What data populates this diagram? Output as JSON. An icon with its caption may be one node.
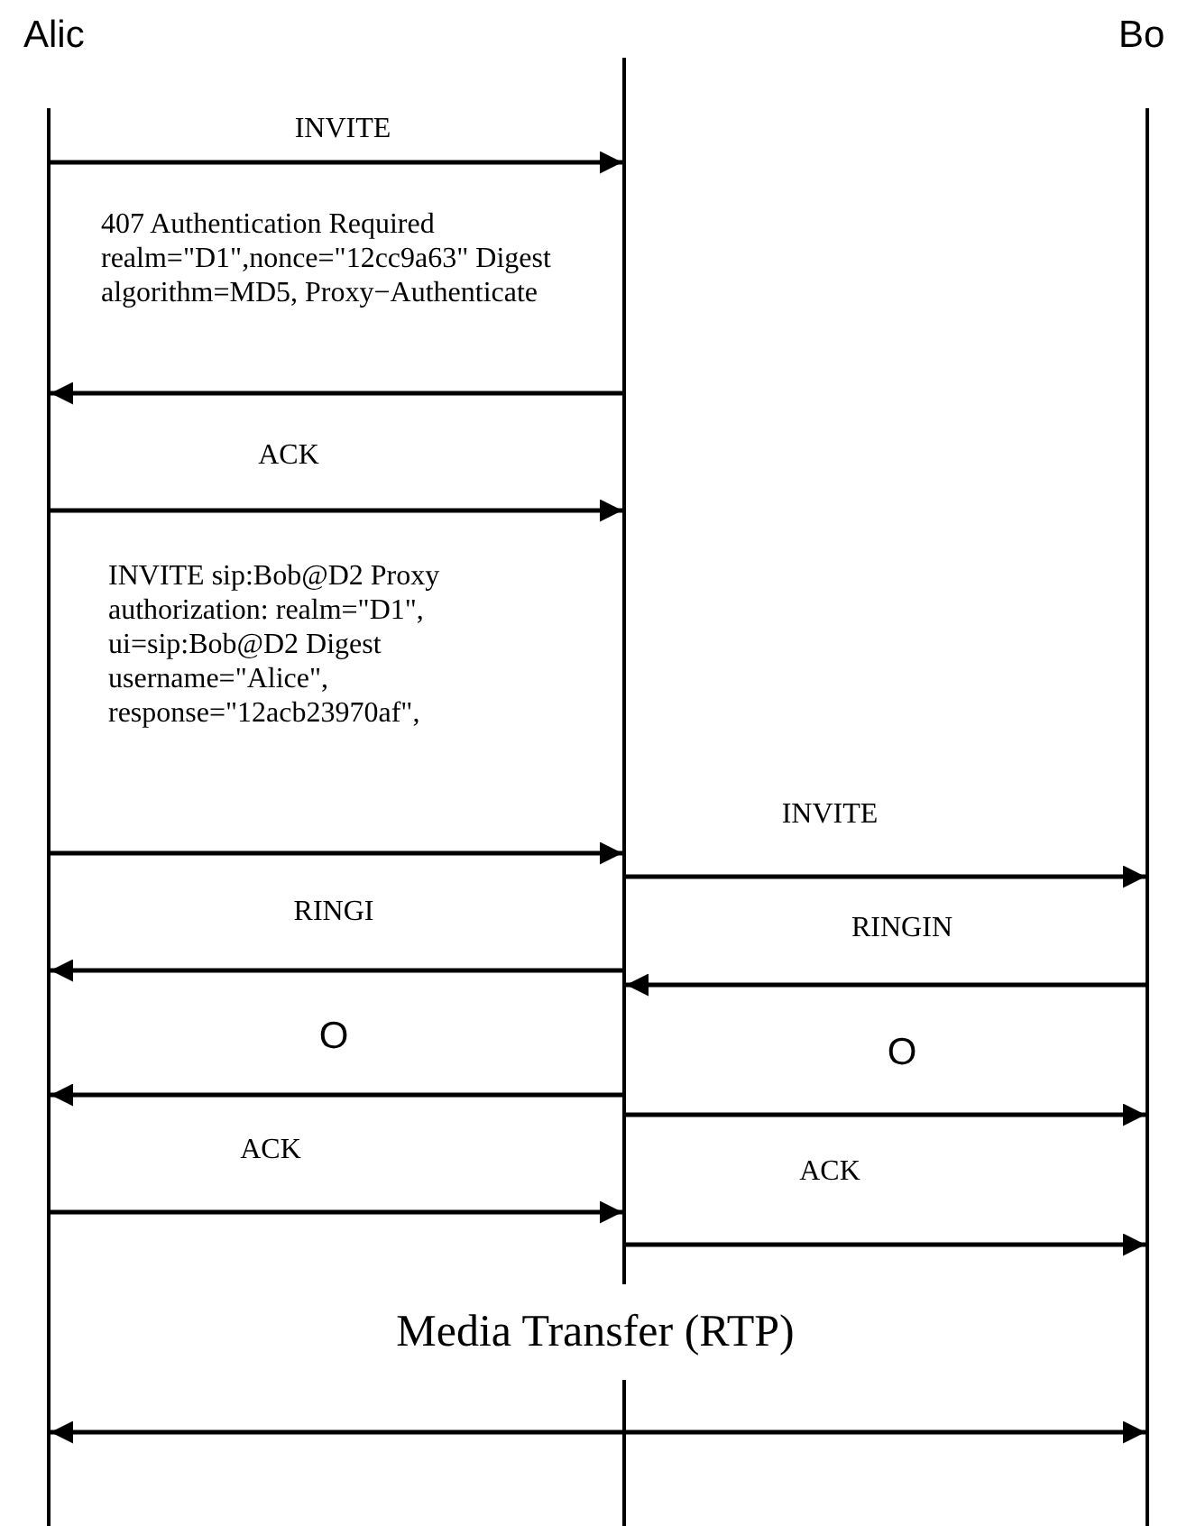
{
  "diagram": {
    "nodes": [
      {
        "text": [
          "Alic"
        ]
      },
      {
        "text": [],
        "shape": "bar"
      },
      {
        "text": [
          "Bo"
        ]
      }
    ],
    "edges": [
      {
        "from": 0,
        "to": 1,
        "arrow": "to",
        "label": "INVITE"
      },
      {
        "from": 1,
        "to": 0,
        "arrow": "to",
        "label": "407 Authentication Required realm=\"D1\",nonce=\"12cc9a63\" Digest algorithm=MD5, Proxy−Authenticate"
      },
      {
        "from": 0,
        "to": 1,
        "arrow": "to",
        "label": "ACK"
      },
      {
        "from": 0,
        "to": 1,
        "arrow": "to",
        "label": "INVITE sip:Bob@D2 Proxy authorization: realm=\"D1\", ui=sip:Bob@D2 Digest username=\"Alice\", response=\"12acb23970af\","
      },
      {
        "from": 1,
        "to": 2,
        "arrow": "to",
        "label": "INVITE"
      },
      {
        "from": 1,
        "to": 0,
        "arrow": "to",
        "label": "RINGI"
      },
      {
        "from": 2,
        "to": 1,
        "arrow": "to",
        "label": "RINGIN"
      },
      {
        "from": 1,
        "to": 0,
        "arrow": "to",
        "label": "O"
      },
      {
        "from": 1,
        "to": 2,
        "arrow": "to",
        "label": "O"
      },
      {
        "from": 0,
        "to": 1,
        "arrow": "to",
        "label": "ACK"
      },
      {
        "from": 1,
        "to": 2,
        "arrow": "to",
        "label": "ACK"
      },
      {
        "from": 0,
        "to": 2,
        "arrow": "both",
        "label": "Media Transfer (RTP)"
      }
    ]
  }
}
